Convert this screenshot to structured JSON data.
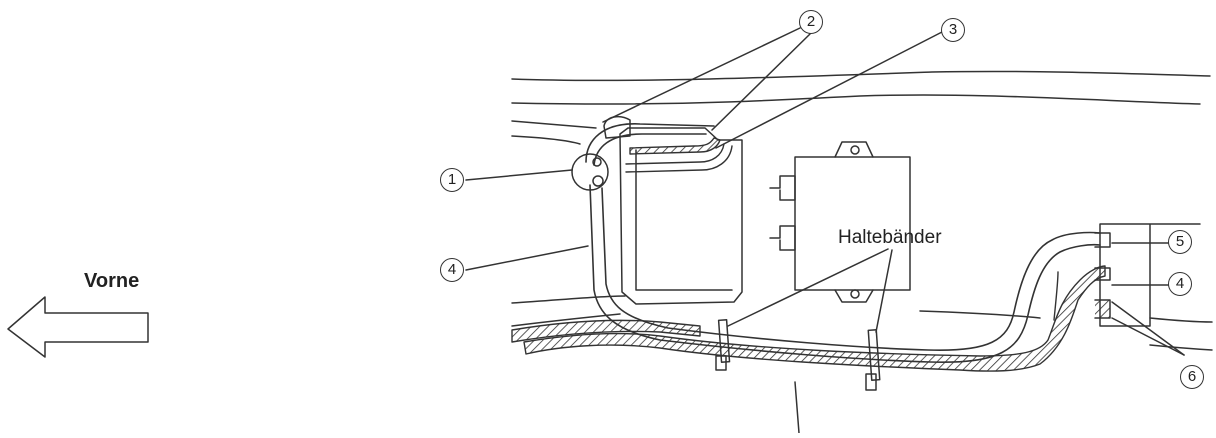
{
  "labels": {
    "direction": "Vorne",
    "straps": "Haltebänder"
  },
  "callouts": {
    "n1": "1",
    "n2": "2",
    "n3": "3",
    "n4a": "4",
    "n4b": "4",
    "n5": "5",
    "n6": "6"
  },
  "colors": {
    "ink": "#333333",
    "background": "#ffffff"
  }
}
